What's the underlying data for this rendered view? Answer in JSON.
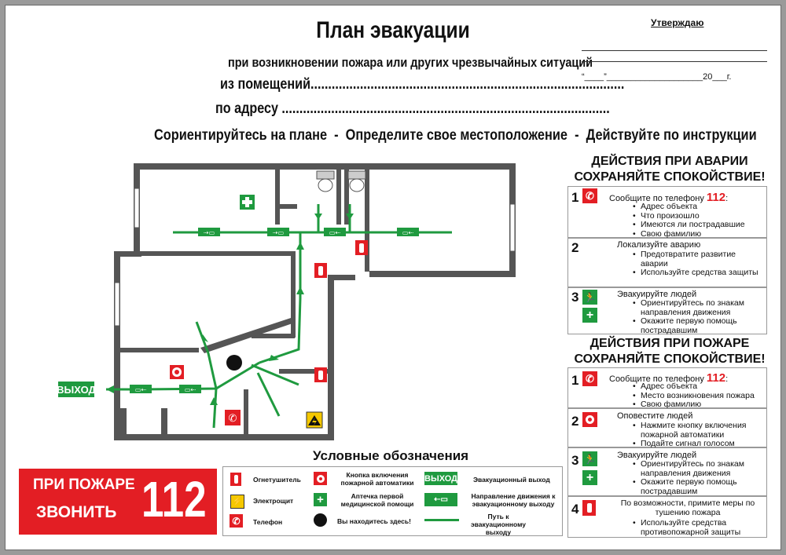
{
  "header": {
    "title": "План эвакуации",
    "subtitle": "при возникновении пожара или других чрезвычайных ситуаций",
    "rooms_line": "из помещений.........................................................................................",
    "address_line": "по адресу .............................................................................................",
    "instruction_1": "Сориентируйтесь на плане",
    "instruction_2": "Определите свое местоположение",
    "instruction_3": "Действуйте по инструкции",
    "sep": "-"
  },
  "approval": {
    "label": "Утверждаю",
    "date": "“____”____________________20___г."
  },
  "accident": {
    "heading1": "ДЕЙСТВИЯ ПРИ АВАРИИ",
    "heading2": "СОХРАНЯЙТЕ СПОКОЙСТВИЕ!",
    "steps": [
      {
        "n": "1",
        "lead": "Сообщите по телефону",
        "phone": "112",
        "tail": ":",
        "bullets": [
          "Адрес объекта",
          "Что произошло",
          "Имеются ли пострадавшие",
          "Свою фамилию"
        ]
      },
      {
        "n": "2",
        "lead": "Локализуйте аварию",
        "bullets": [
          "Предотвратите развитие аварии",
          "Используйте средства защиты"
        ]
      },
      {
        "n": "3",
        "lead": "Эвакуируйте людей",
        "bullets": [
          "Ориентируйтесь по знакам направления движения",
          "Окажите первую помощь пострадавшим"
        ]
      }
    ]
  },
  "fire": {
    "heading1": "ДЕЙСТВИЯ ПРИ ПОЖАРЕ",
    "heading2": "СОХРАНЯЙТЕ СПОКОЙСТВИЕ!",
    "steps": [
      {
        "n": "1",
        "lead": "Сообщите по телефону",
        "phone": "112",
        "tail": ":",
        "bullets": [
          "Адрес объекта",
          "Место возникновения пожара",
          "Свою фамилию"
        ]
      },
      {
        "n": "2",
        "lead": "Оповестите людей",
        "bullets": [
          "Нажмите кнопку включения пожарной автоматики",
          "Подайте сигнал голосом"
        ]
      },
      {
        "n": "3",
        "lead": "Эвакуируйте людей",
        "bullets": [
          "Ориентируйтесь по знакам направления движения",
          "Окажите первую помощь пострадавшим"
        ]
      },
      {
        "n": "4",
        "lead": "По возможности, примите меры по тушению пожара",
        "bullets": [
          "Используйте средства противопожарной защиты"
        ]
      }
    ]
  },
  "plan": {
    "exit_label": "ВЫХОД"
  },
  "legend": {
    "title": "Условные обозначения",
    "items": {
      "extinguisher": "Огнетушитель",
      "fire_button": "Кнопка включения пожарной автоматики",
      "exit": "Эвакуационный выход",
      "exit_sign": "ВЫХОД",
      "electric": "Электрощит",
      "first_aid": "Аптечка первой медицинской помощи",
      "direction": "Направление движения к эвакуационному выходу",
      "phone": "Телефон",
      "you_are_here": "Вы находитесь здесь!",
      "path": "Путь к эвакуационному выходу"
    }
  },
  "callout": {
    "line1": "ПРИ ПОЖАРЕ",
    "line2": "ЗВОНИТЬ",
    "number": "112"
  },
  "colors": {
    "red": "#e31e24",
    "green": "#1f9a3f",
    "wall": "#555555"
  }
}
